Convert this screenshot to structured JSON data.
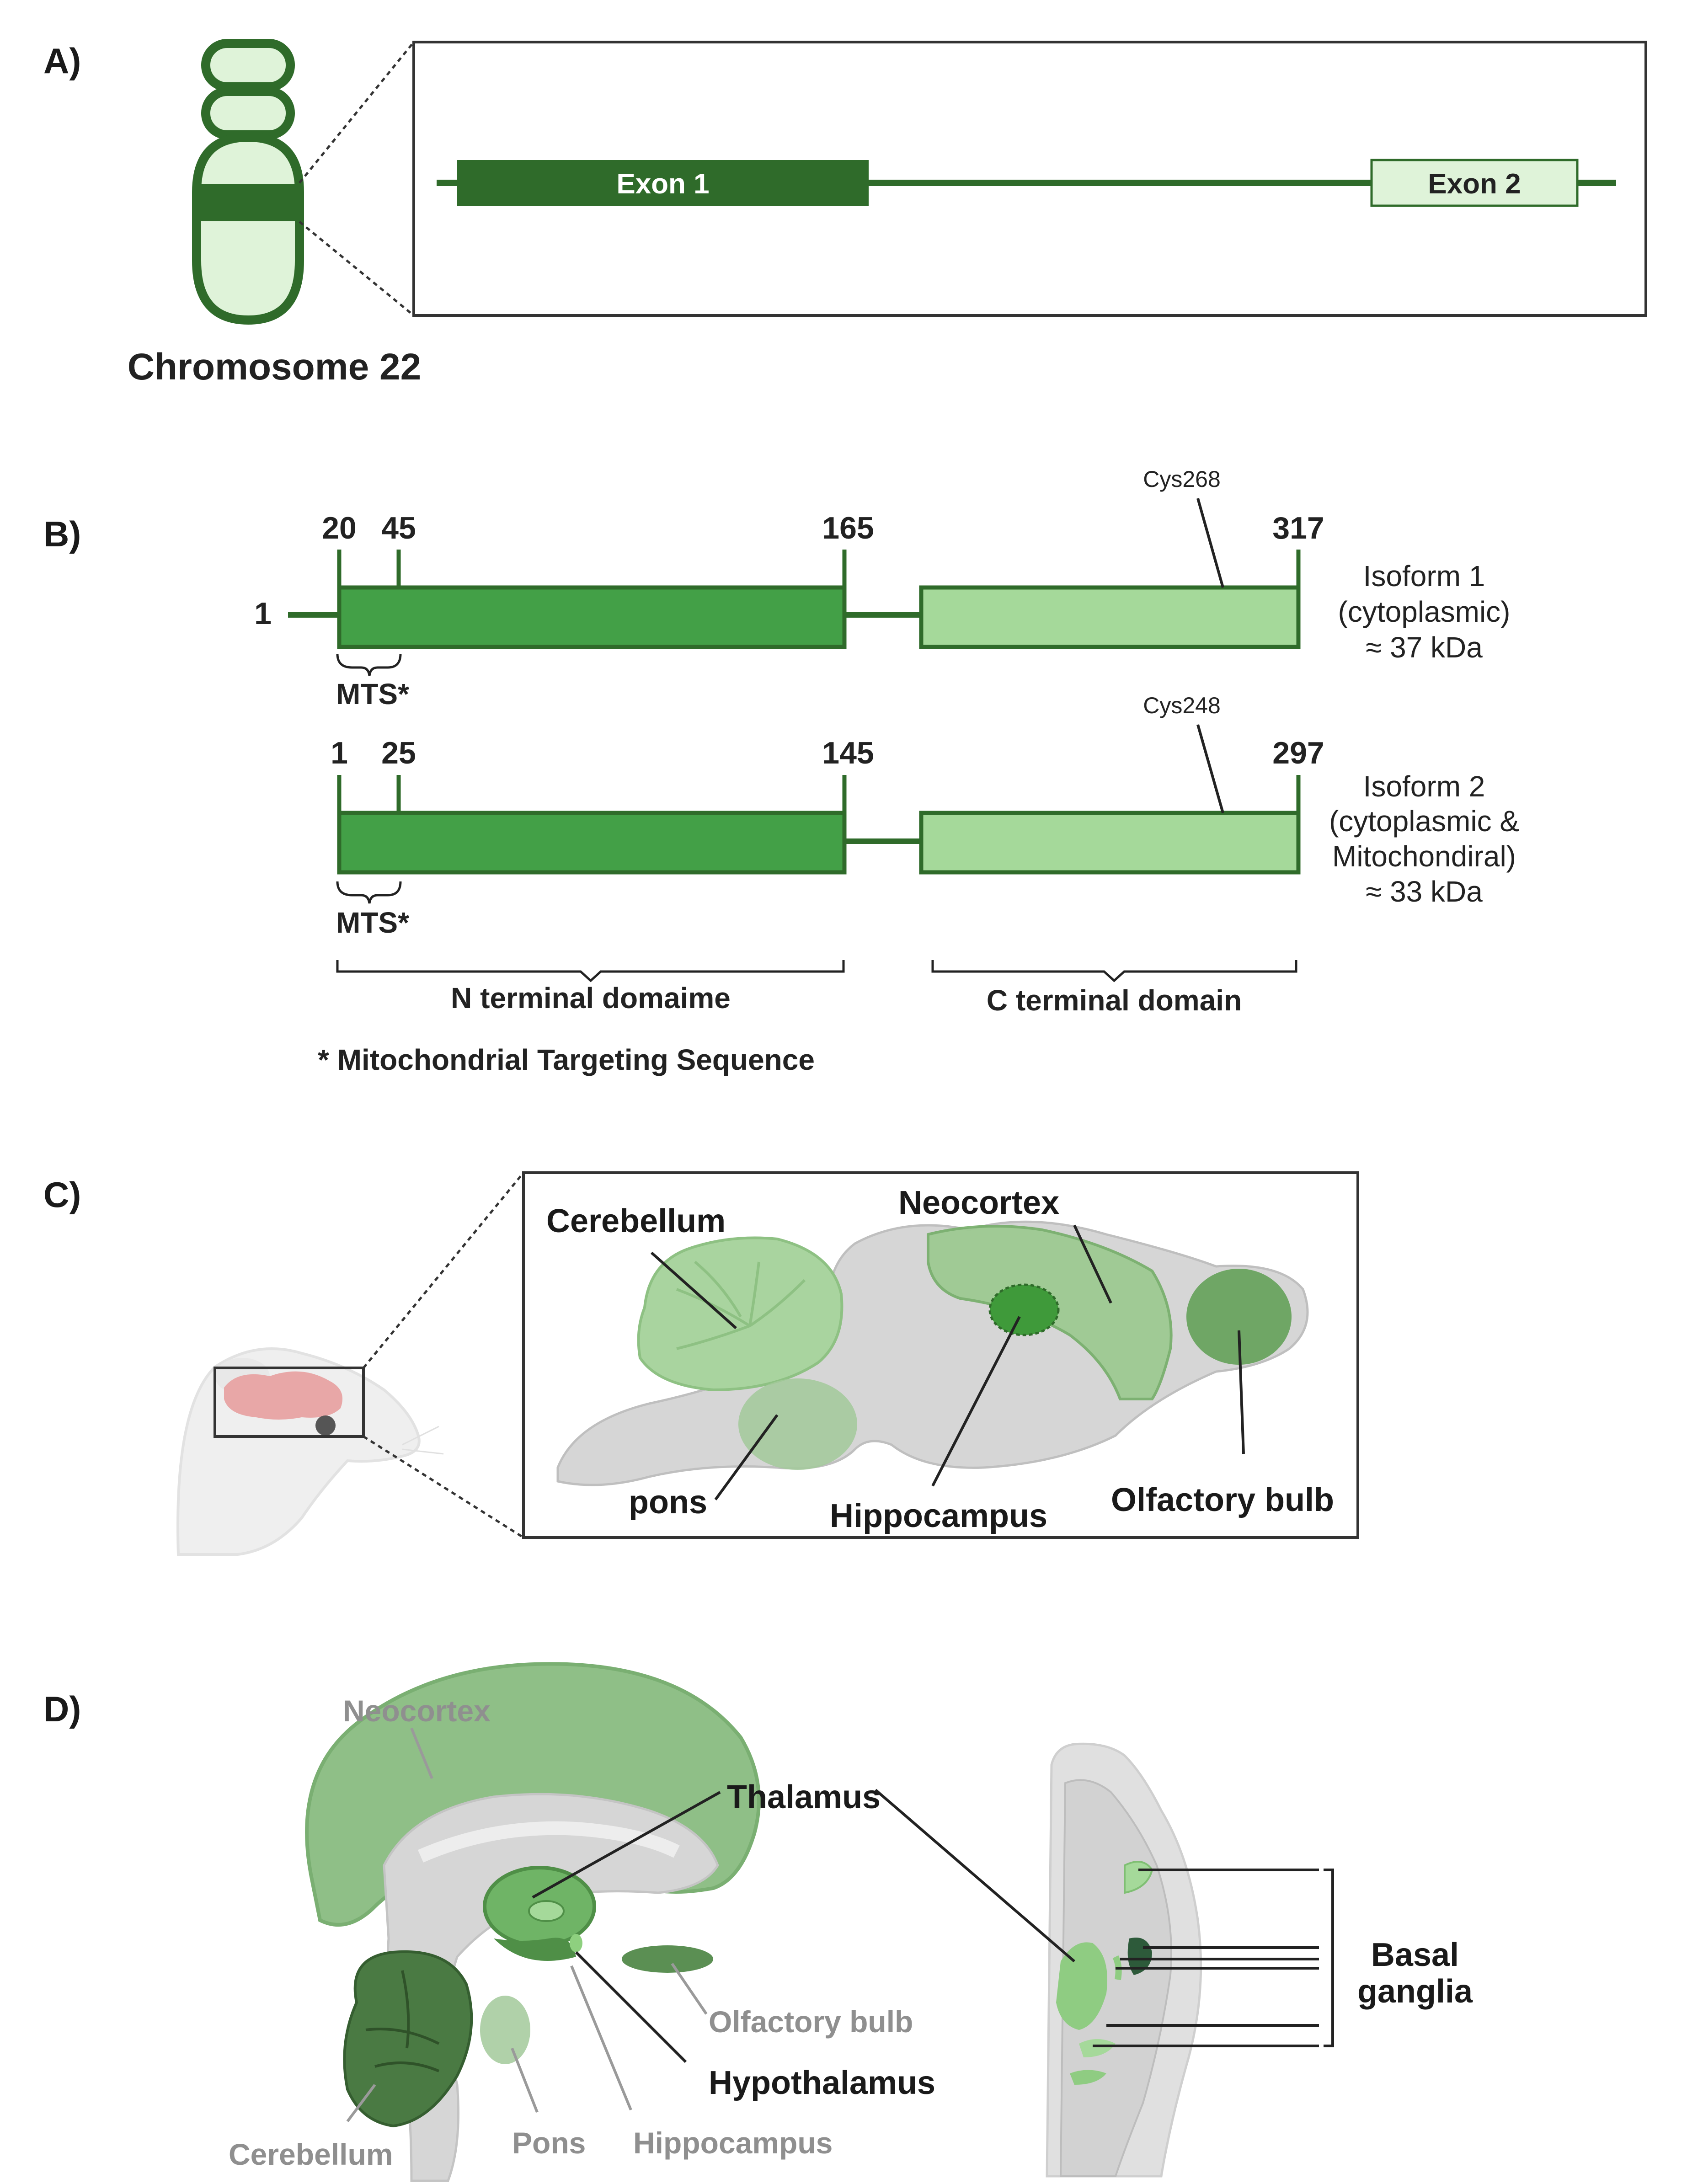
{
  "panels": {
    "a": "A)",
    "b": "B)",
    "c": "C)",
    "d": "D)"
  },
  "panel_a": {
    "chromosome_label": "Chromosome 22",
    "exon1": "Exon 1",
    "exon2": "Exon 2"
  },
  "panel_b": {
    "isoform1": {
      "start": "1",
      "pos_20": "20",
      "pos_45": "45",
      "pos_165": "165",
      "pos_317": "317",
      "cys": "Cys268",
      "mts": "MTS*",
      "name_line1": "Isoform 1",
      "name_line2": "(cytoplasmic)",
      "name_line3": "≈ 37 kDa"
    },
    "isoform2": {
      "pos_1": "1",
      "pos_25": "25",
      "pos_145": "145",
      "pos_297": "297",
      "cys": "Cys248",
      "mts": "MTS*",
      "name_line1": "Isoform 2",
      "name_line2": "(cytoplasmic &",
      "name_line3": "Mitochondiral)",
      "name_line4": "≈ 33 kDa"
    },
    "n_domain": "N terminal domaime",
    "c_domain": "C terminal domain",
    "footnote": "* Mitochondrial Targeting Sequence"
  },
  "panel_c": {
    "cerebellum": "Cerebellum",
    "neocortex": "Neocortex",
    "pons": "pons",
    "hippocampus": "Hippocampus",
    "olfactory_bulb": "Olfactory bulb"
  },
  "panel_d": {
    "neocortex": "Neocortex",
    "thalamus": "Thalamus",
    "olfactory_bulb": "Olfactory bulb",
    "hypothalamus": "Hypothalamus",
    "cerebellum": "Cerebellum",
    "pons": "Pons",
    "hippocampus": "Hippocampus",
    "basal_line1": "Basal",
    "basal_line2": "ganglia"
  },
  "colors": {
    "dark_green": "#2f6b2a",
    "mid_green": "#43a047",
    "light_green": "#a5d99a",
    "pale_green": "#dff3d9",
    "brain_green": "#8fbf87",
    "brain_gray": "#d6d6d6"
  }
}
